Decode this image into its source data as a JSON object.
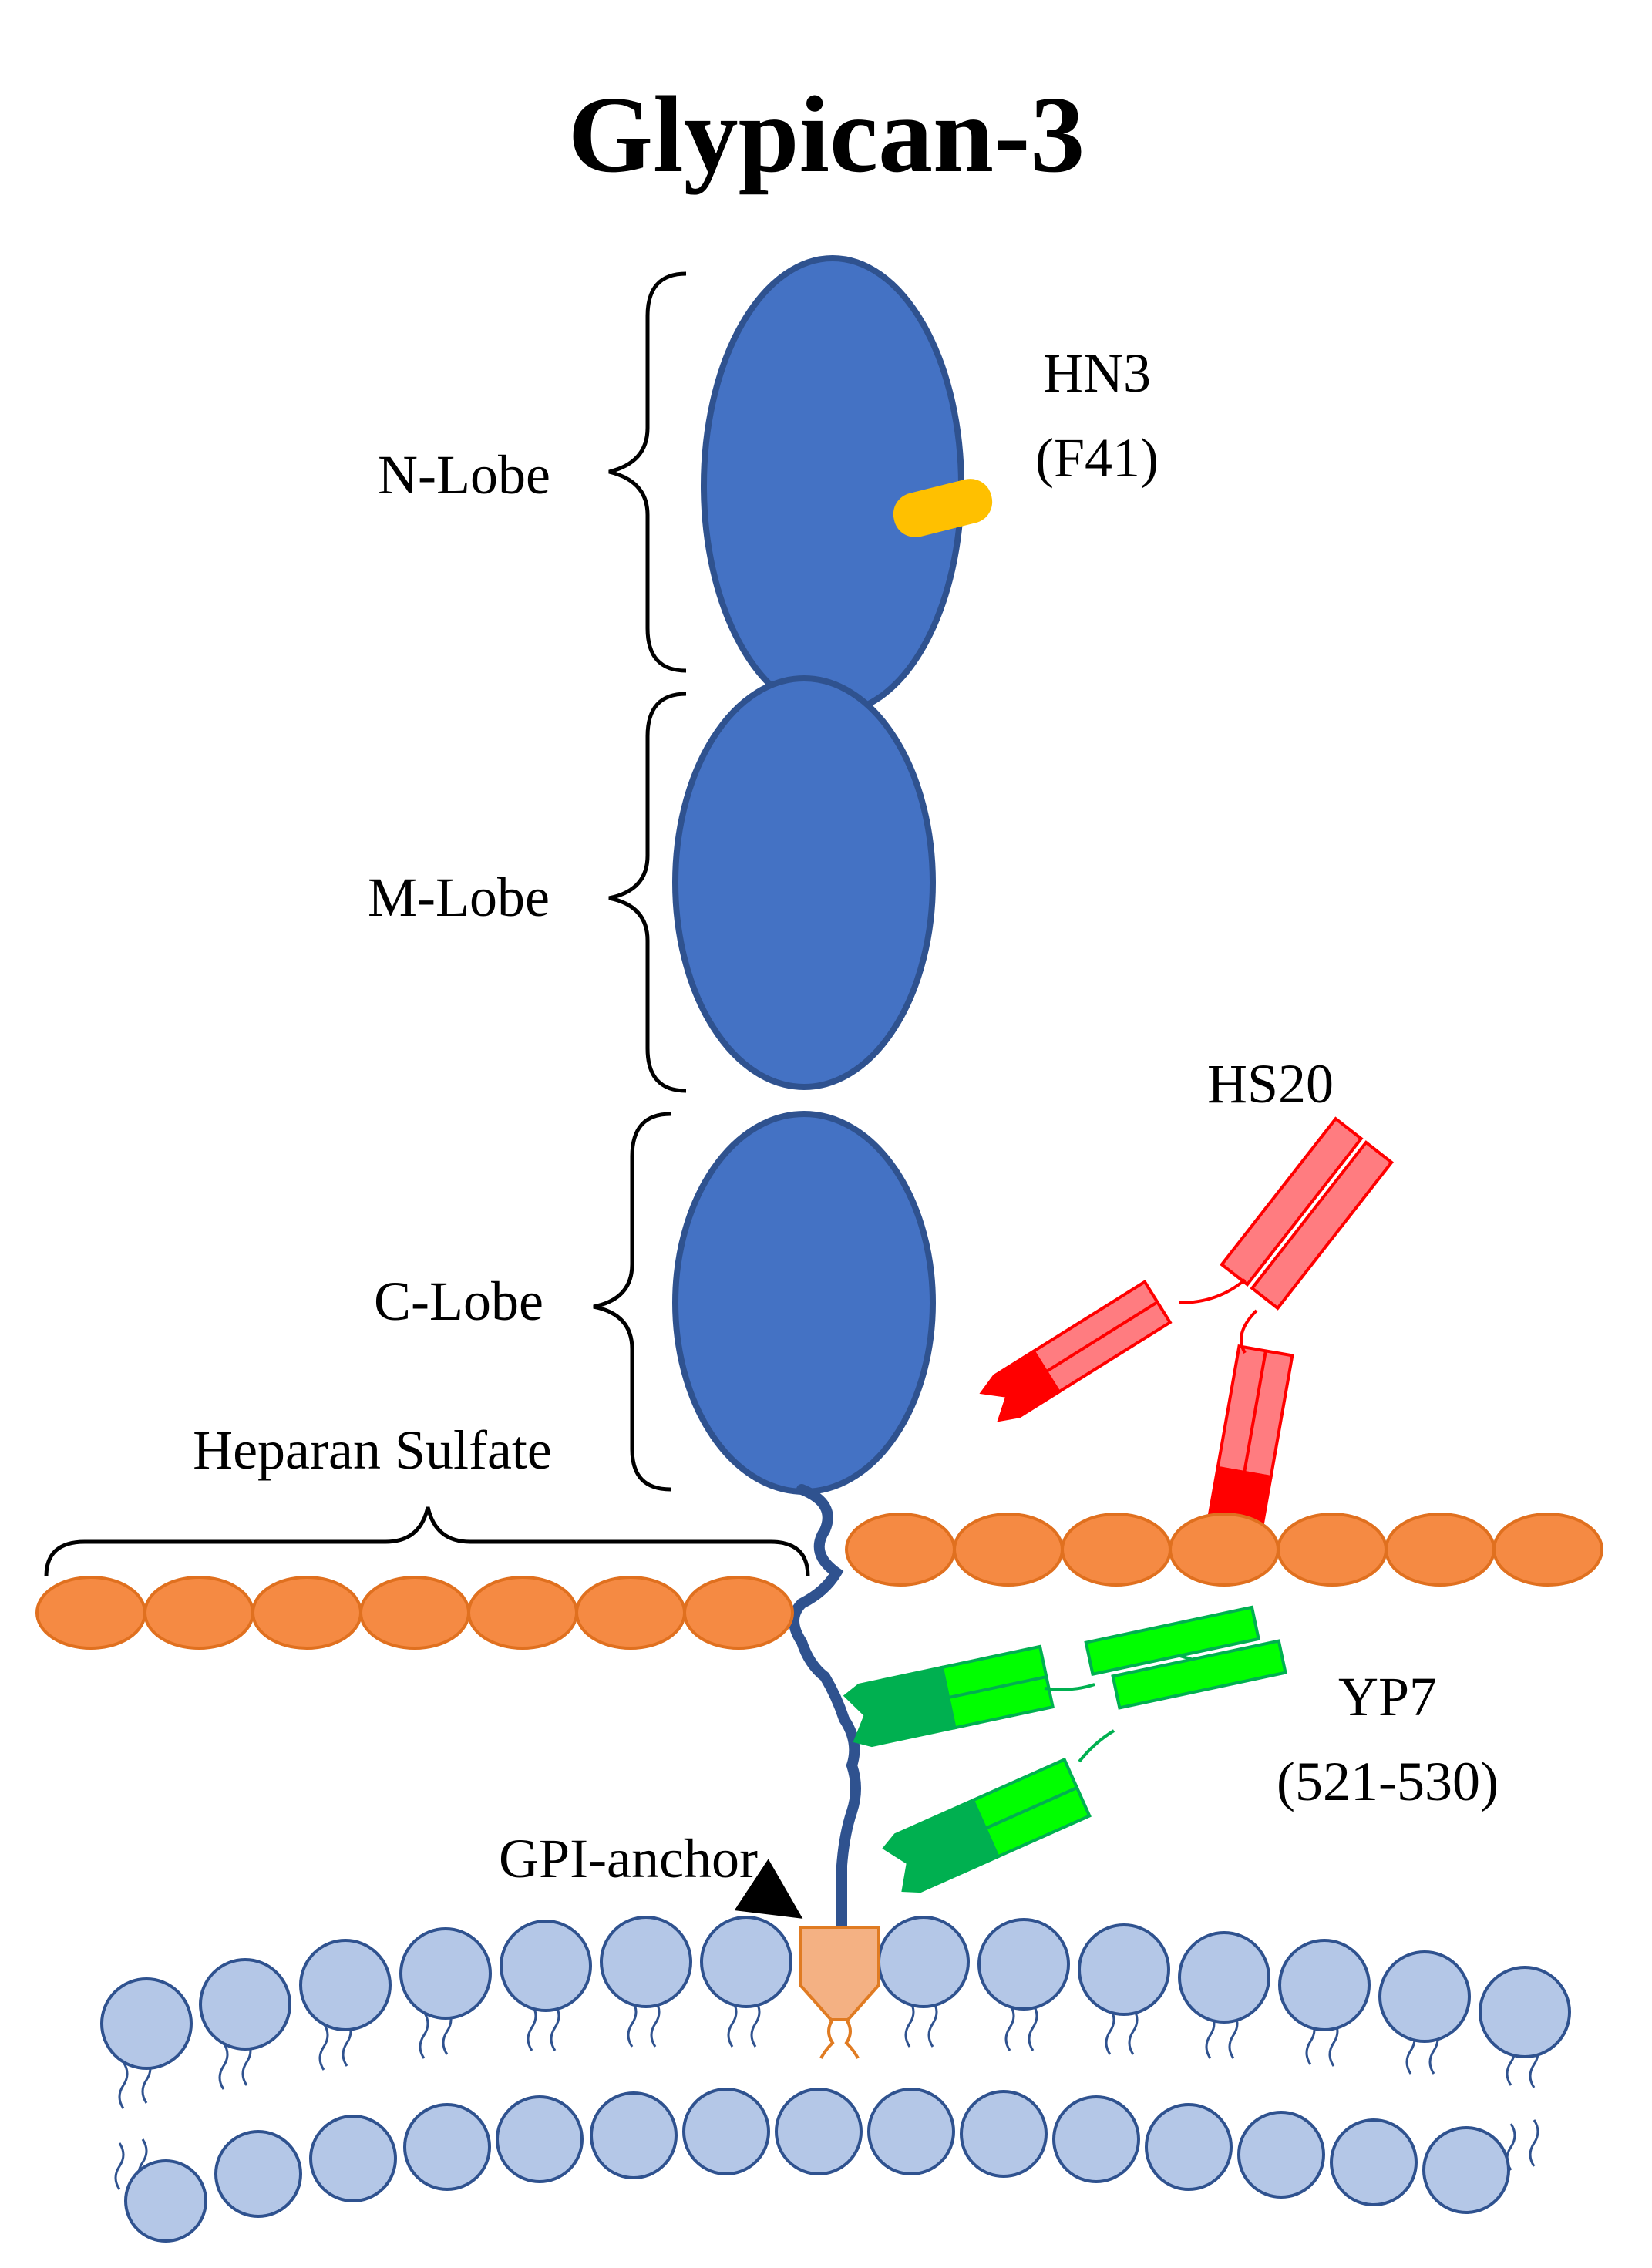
{
  "title": "Glypican-3",
  "lobes": {
    "n": "N-Lobe",
    "m": "M-Lobe",
    "c": "C-Lobe"
  },
  "heparan_sulfate": "Heparan Sulfate",
  "antibodies": {
    "hn3": {
      "name": "HN3",
      "epitope": "(F41)"
    },
    "hs20": {
      "name": "HS20"
    },
    "yp7": {
      "name": "YP7",
      "epitope": "(521-530)"
    }
  },
  "gpi_anchor": "GPI-anchor",
  "colors": {
    "protein": "#4472c4",
    "protein_outline": "#2f528f",
    "heparan_sulfate": "#f58a43",
    "hs_outline": "#e0701f",
    "hn3": "#ffc000",
    "hs20_light": "#ff7c80",
    "hs20_dark": "#ff0000",
    "yp7_light": "#00ff00",
    "yp7_dark": "#00b050",
    "membrane": "#b4c7e7",
    "membrane_outline": "#2f528f",
    "gpi": "#f4b183",
    "gpi_outline": "#e07b22"
  }
}
